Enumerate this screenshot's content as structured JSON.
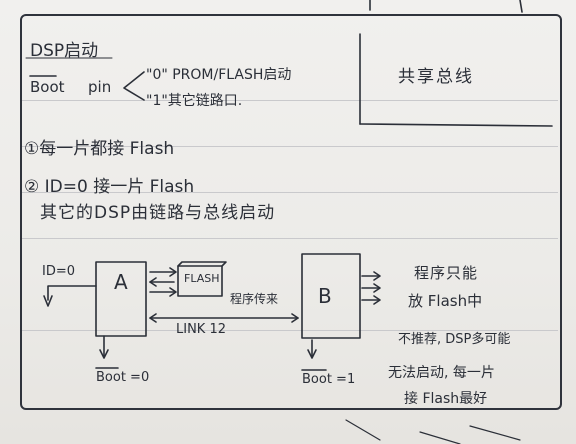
{
  "notes": {
    "title": "DSP启动",
    "boot_label": "Boot",
    "pin_label": "pin",
    "option_0": "\"0\" PROM/FLASH启动",
    "option_1": "\"1\"其它链路口.",
    "shared_bus": "共享总线",
    "point_1": "①每一片都接 Flash",
    "point_2": "② ID=0 接一片 Flash",
    "point_2_detail": "其它的DSP由链路与总线启动"
  },
  "diagram": {
    "id_label": "ID=0",
    "block_a": "A",
    "flash": "FLASH",
    "program_transfer": "程序传来",
    "block_b": "B",
    "link": "LINK 12",
    "boot_a": "Boot =0",
    "boot_b": "Boot =1"
  },
  "side_notes": {
    "line_1": "程序只能",
    "line_2": "放 Flash中",
    "line_3": "不推荐, DSP多可能",
    "line_4": "无法启动, 每一片",
    "line_5": "接 Flash最好"
  }
}
